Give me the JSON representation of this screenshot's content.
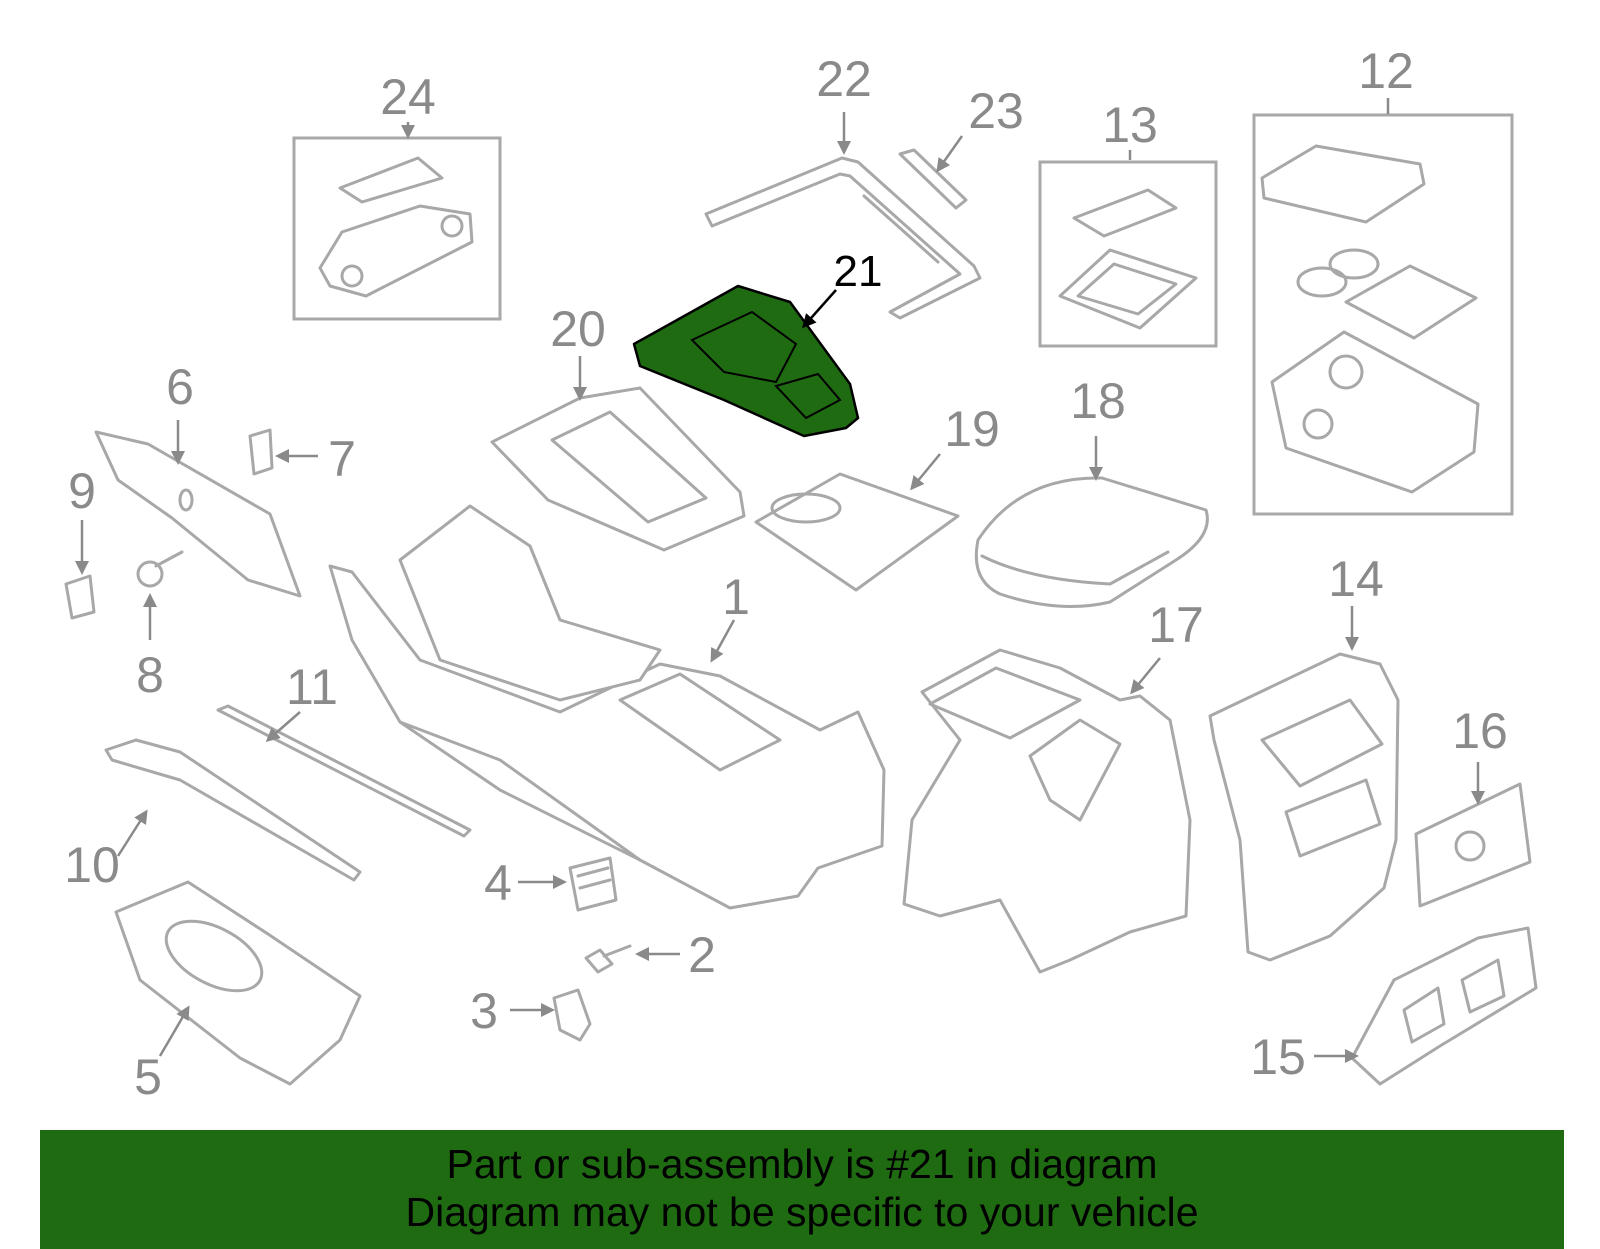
{
  "diagram": {
    "highlighted_part": "21",
    "highlight_color": "#1f6b12",
    "line_color": "#a8a8a8",
    "callouts": {
      "c1": "1",
      "c2": "2",
      "c3": "3",
      "c4": "4",
      "c5": "5",
      "c6": "6",
      "c7": "7",
      "c8": "8",
      "c9": "9",
      "c10": "10",
      "c11": "11",
      "c12": "12",
      "c13": "13",
      "c14": "14",
      "c15": "15",
      "c16": "16",
      "c17": "17",
      "c18": "18",
      "c19": "19",
      "c20": "20",
      "c21": "21",
      "c22": "22",
      "c23": "23",
      "c24": "24"
    }
  },
  "banner": {
    "background_color": "#1f6b12",
    "line1": "Part or sub-assembly is #21 in diagram",
    "line2": "Diagram may not be specific to your vehicle"
  }
}
